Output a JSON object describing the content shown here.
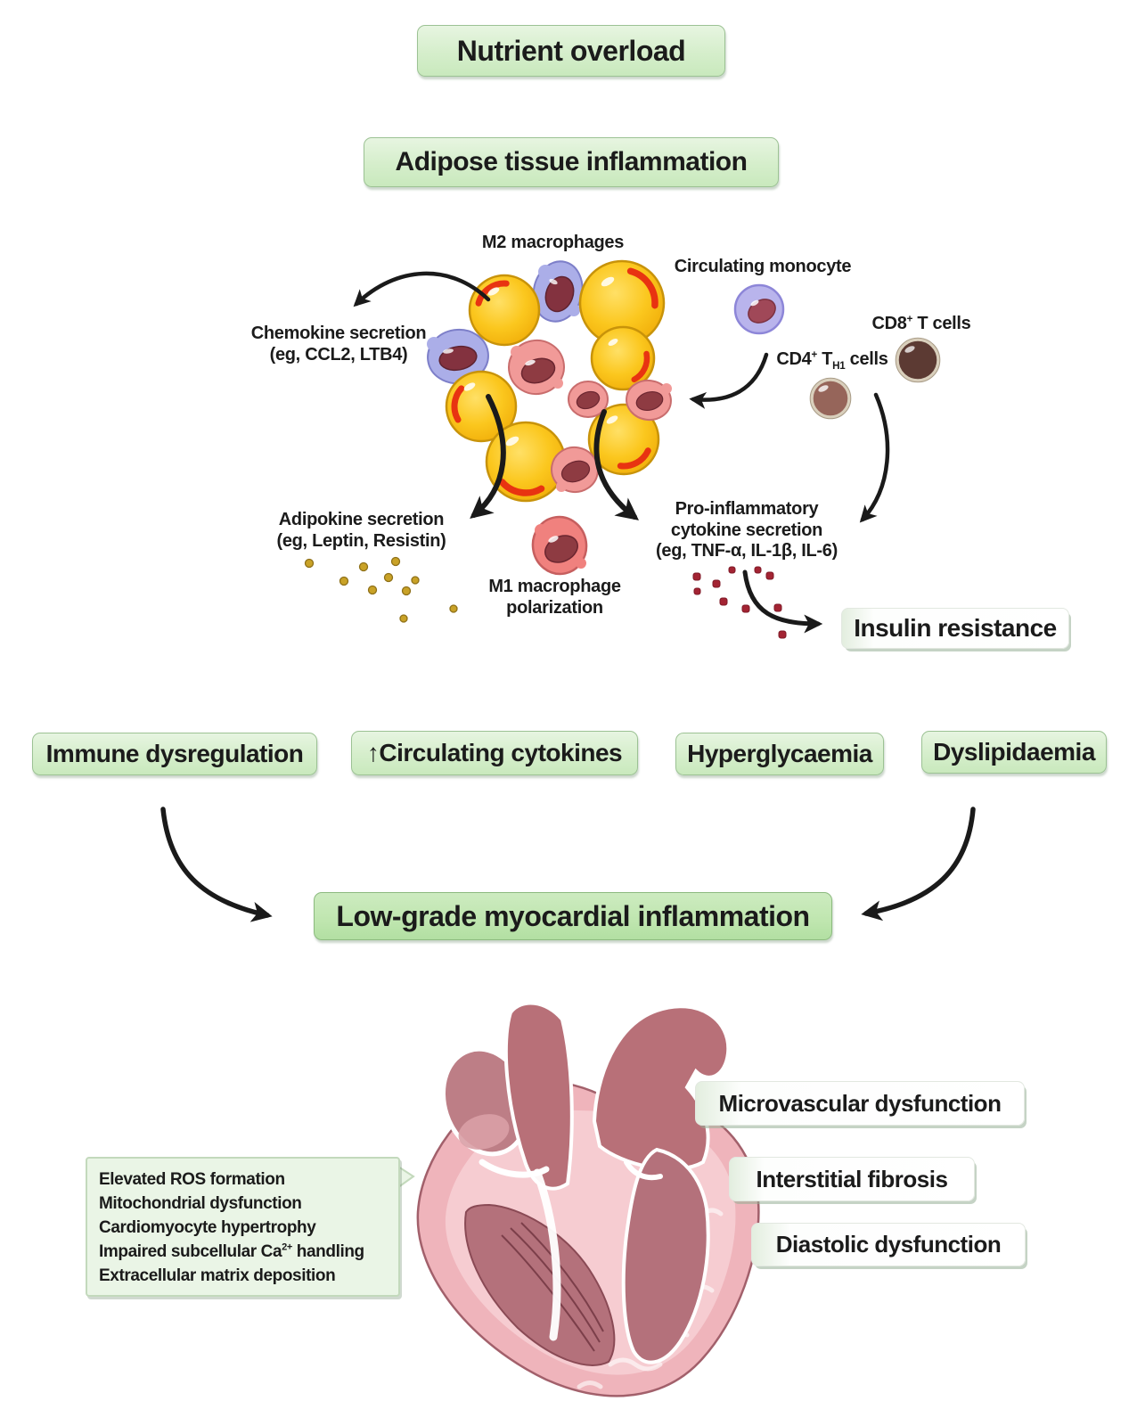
{
  "boxes": {
    "nutrient": "Nutrient overload",
    "adipose": "Adipose tissue inflammation",
    "insulin": "Insulin resistance",
    "immune": "Immune dysregulation",
    "cytokines": "↑Circulating cytokines",
    "hyperglycaemia": "Hyperglycaemia",
    "dyslipidaemia": "Dyslipidaemia",
    "lowgrade": "Low-grade myocardial inflammation"
  },
  "cluster": {
    "m2_label": "M2 macrophages",
    "monocyte_label": "Circulating monocyte",
    "cd8_label": {
      "base": "CD8",
      "sup": "+",
      "rest": " T cells"
    },
    "cd4_label": {
      "base": "CD4",
      "sup": "+",
      "mid": " T",
      "sub": "H1",
      "rest": " cells"
    },
    "chemokine": {
      "line1": "Chemokine secretion",
      "line2": "(eg, CCL2, LTB4)"
    },
    "adipokine": {
      "line1": "Adipokine secretion",
      "line2": "(eg, Leptin, Resistin)"
    },
    "m1_label": {
      "line1": "M1 macrophage",
      "line2": "polarization"
    },
    "proinflammatory": {
      "line1": "Pro-inflammatory",
      "line2": "cytokine secretion",
      "line3": "(eg, TNF-α, IL-1β, IL-6)"
    }
  },
  "callout": {
    "line1": "Elevated ROS formation",
    "line2": "Mitochondrial dysfunction",
    "line3": "Cardiomyocyte hypertrophy",
    "line4_pre": "Impaired subcellular Ca",
    "line4_sup": "2+",
    "line4_post": " handling",
    "line5": "Extracellular matrix deposition"
  },
  "heart_labels": {
    "microvascular": "Microvascular dysfunction",
    "fibrosis": "Interstitial fibrosis",
    "diastolic": "Diastolic dysfunction"
  },
  "colors": {
    "green_box_bg": "#d5eecb",
    "green_box_deep": "#bfe6af",
    "green_box_border": "#9cc294",
    "callout_bg": "#eaf5e6",
    "adipocyte_yellow": "#f9c51d",
    "adipocyte_edge": "#c8930a",
    "adipocyte_crescent_red": "#e83311",
    "macrophage_m2_blue": "#abaee8",
    "macrophage_m1_pink": "#f19a98",
    "nucleus_maroon": "#83323f",
    "t_cell_cd4_brown": "#96655a",
    "t_cell_cd8_brown": "#5c3a33",
    "adipokine_dot_gold": "#c9a227",
    "cytokine_dot_red": "#a32433",
    "heart_wall_pink": "#efb4bb",
    "heart_muscle_pink": "#f6ccd1",
    "heart_chamber_mauve": "#b4717b",
    "arrow_black": "#1a1a1a"
  }
}
